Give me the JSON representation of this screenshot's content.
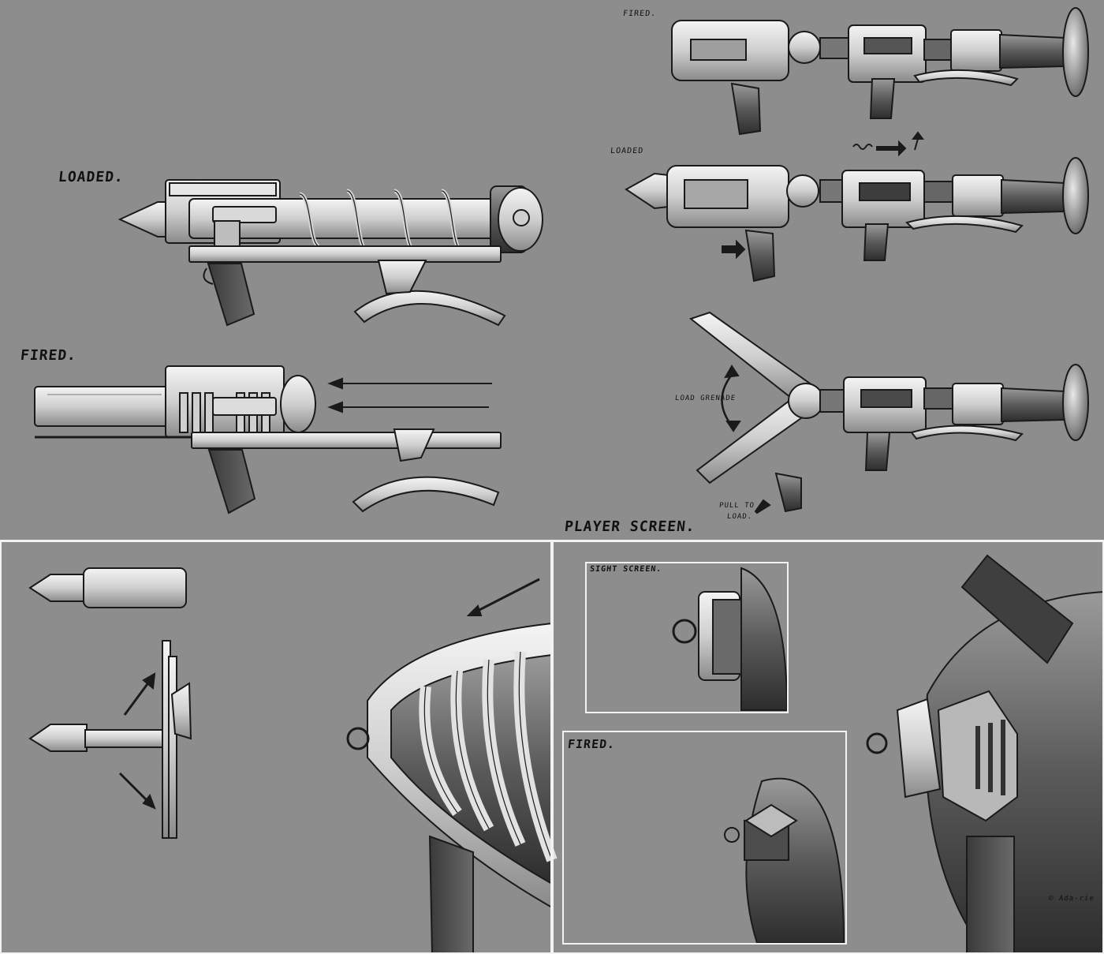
{
  "top": {
    "left_loaded_label": "LOADED.",
    "left_fired_label": "FIRED.",
    "right_fired_label": "FIRED.",
    "right_loaded_label": "LOADED",
    "load_grenade_label": "LOAD GRENADE",
    "pull_to_load_label_1": "PULL TO",
    "pull_to_load_label_2": "LOAD.",
    "player_screen_label": "PLAYER SCREEN."
  },
  "bottom": {
    "sight_screen_label": "SIGHT SCREEN.",
    "fired_label": "FIRED.",
    "signature": "© Ada-rie"
  }
}
